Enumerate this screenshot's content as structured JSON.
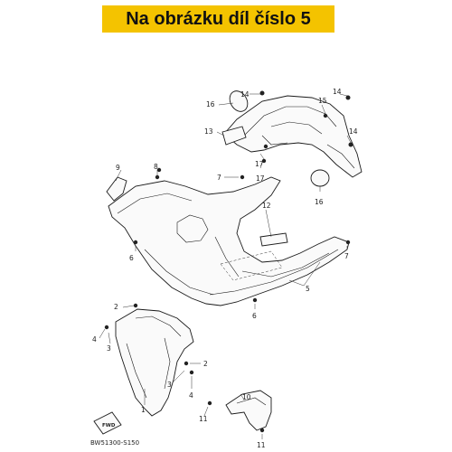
{
  "banner": {
    "text": "Na obrázku díl číslo 5",
    "color": "#f4c300"
  },
  "diagram_code": "BW51300-S150",
  "fwd_label": "FWD",
  "labels": {
    "l1": "1",
    "l2a": "2",
    "l2b": "2",
    "l3a": "3",
    "l3b": "3",
    "l4a": "4",
    "l4b": "4",
    "l5": "5",
    "l6a": "6",
    "l6b": "6",
    "l7a": "7",
    "l7b": "7",
    "l8": "8",
    "l9": "9",
    "l10": "10",
    "l11a": "11",
    "l11b": "11",
    "l12": "12",
    "l13": "13",
    "l14a": "14",
    "l14b": "14",
    "l14c": "14",
    "l15": "15",
    "l16a": "16",
    "l16b": "16",
    "l17a": "17",
    "l17b": "17"
  }
}
